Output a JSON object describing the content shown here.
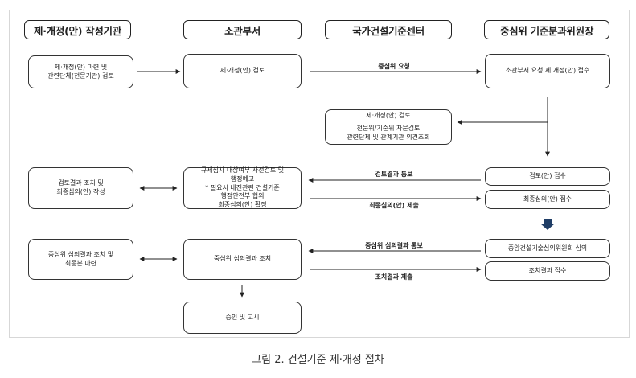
{
  "headers": {
    "col1": "제·개정(안) 작성기관",
    "col2": "소관부서",
    "col3": "국가건설기준센터",
    "col4": "중심위 기준분과위원장"
  },
  "boxes": {
    "b1": [
      "제·개정(안) 마련 및",
      "관련단체(전문기관) 검토"
    ],
    "b2": "제·개정(안) 검토",
    "b3": "소관부서 요청 제·개정(안) 접수",
    "b4": [
      "제·개정(안) 검토",
      "",
      "전문위/기준위 자문검토",
      "관련단체 및 관계기관 의견조회"
    ],
    "b5": [
      "검토결과 조치 및",
      "최종심의(안) 작성"
    ],
    "b6": [
      "규제심사 대상여부 사전검토 및",
      "행정예고",
      "* 필요시 내진관련 건설기준",
      "행정안전부 협의",
      "최종심의(안) 확정"
    ],
    "b7": "검토(안) 접수",
    "b8": "최종심의(안) 접수",
    "b9": [
      "중심위 심의결과 조치 및",
      "최종본 마련"
    ],
    "b10": "중심위 심의결과 조치",
    "b11": "중앙건설기술심의위원회 심의",
    "b12": "조치결과 접수",
    "b13": "승인 및 고시"
  },
  "labels": {
    "l1": "중심위 요청",
    "l2": "검토결과 통보",
    "l3": "최종심의(안) 제출",
    "l4": "중심위 심의결과 통보",
    "l5": "조치결과 제출"
  },
  "caption": "그림 2. 건설기준 제·개정 절차",
  "colors": {
    "line": "#222222",
    "block_arrow": "#1f3d66",
    "frame": "#d7d7d7"
  }
}
